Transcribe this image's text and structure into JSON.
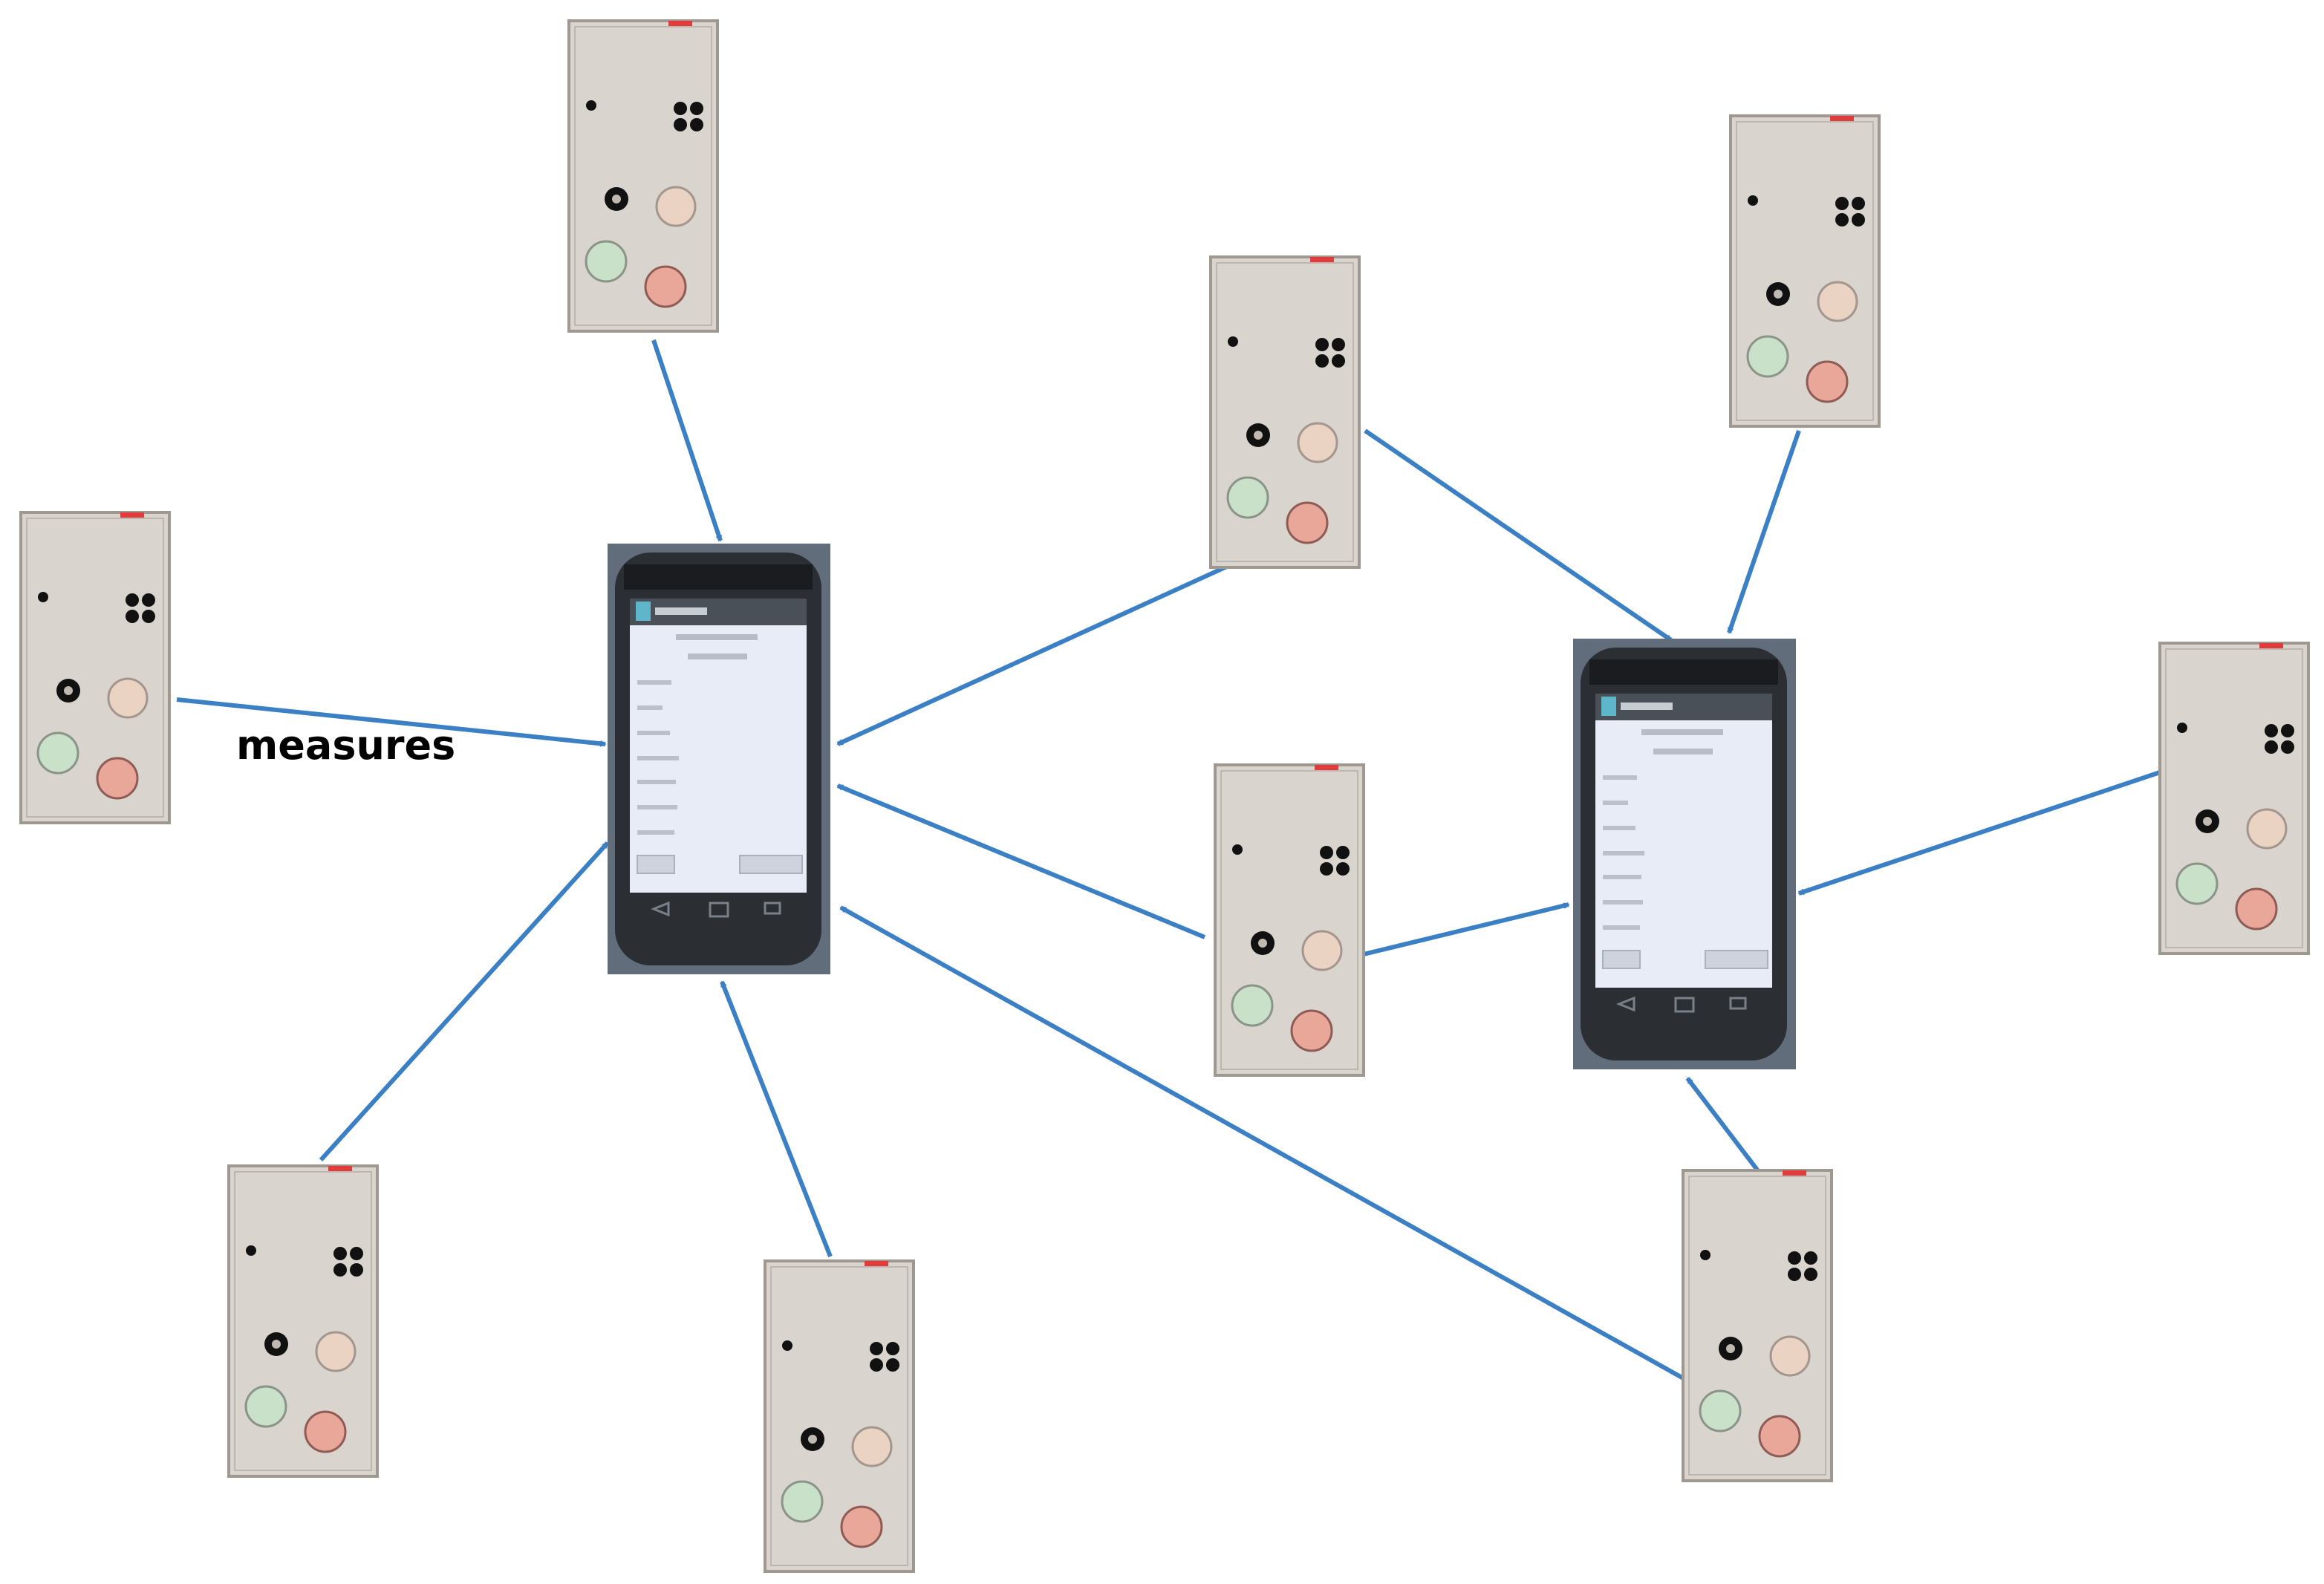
{
  "labels": {
    "edge_label": "measures"
  },
  "colors": {
    "arrow": "#3b7fc4",
    "sensor_body": "#d9d4cd",
    "sensor_border": "#9f9891",
    "sensor_led": "#e23b3b",
    "button_green": "#c9e0c9",
    "button_red": "#e9a79a",
    "button_beige": "#ead3c3",
    "phone_body": "#2b2e33",
    "phone_screen": "#e8ecf7"
  },
  "nodes": {
    "hubs": [
      "smartphone-hub-left",
      "smartphone-hub-right"
    ],
    "sensors": [
      "sensor-top-left",
      "sensor-left",
      "sensor-bottom-left",
      "sensor-bottom-center",
      "sensor-center-top",
      "sensor-center",
      "sensor-top-right",
      "sensor-right",
      "sensor-bottom-right"
    ]
  }
}
